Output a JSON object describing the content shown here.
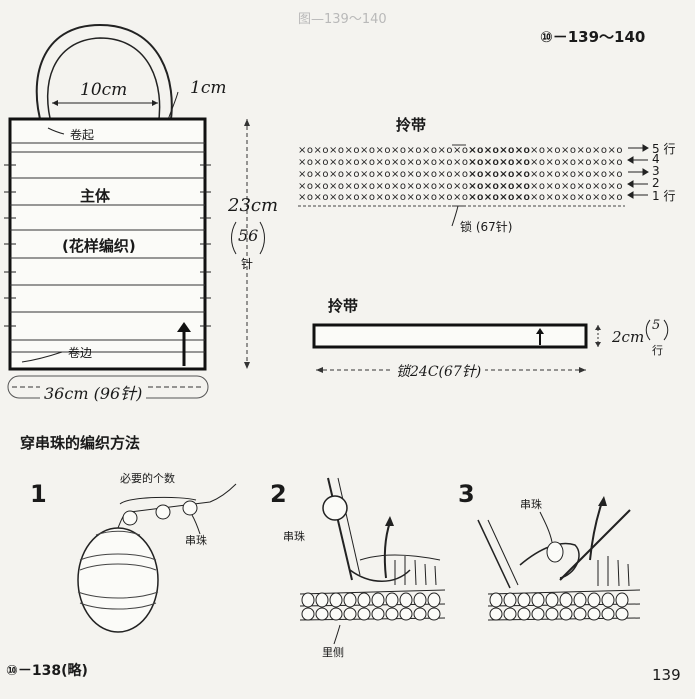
{
  "page_ref": "⑩－139～140",
  "page_number": "139",
  "footer_ref": "⑩－138(略)",
  "bag": {
    "handle_width": "10cm",
    "handle_gap": "1cm",
    "start_label": "卷起",
    "body_label": "主体",
    "pattern_label": "(花样编织)",
    "edge_label": "卷边",
    "height": "23cm",
    "height_stitches": "56",
    "height_unit": "针",
    "width": "36cm (96针)"
  },
  "strap_chart": {
    "title": "拎带",
    "chain_label": "锁 (67针)",
    "rows": [
      "5 行",
      "4",
      "3",
      "2",
      "1 行"
    ]
  },
  "strap_schematic": {
    "title": "拎带",
    "height": "2cm",
    "rows_num": "5",
    "rows_unit": "行",
    "length": "锁24C(67针)"
  },
  "bead_section": {
    "title": "穿串珠的编织方法",
    "steps": [
      {
        "num": "1",
        "label_top": "必要的个数",
        "label_bead": "串珠"
      },
      {
        "num": "2",
        "label_bead": "串珠",
        "label_bottom": "里侧"
      },
      {
        "num": "3",
        "label_bead": "串珠"
      }
    ]
  },
  "faint_ref": "图—139～140"
}
